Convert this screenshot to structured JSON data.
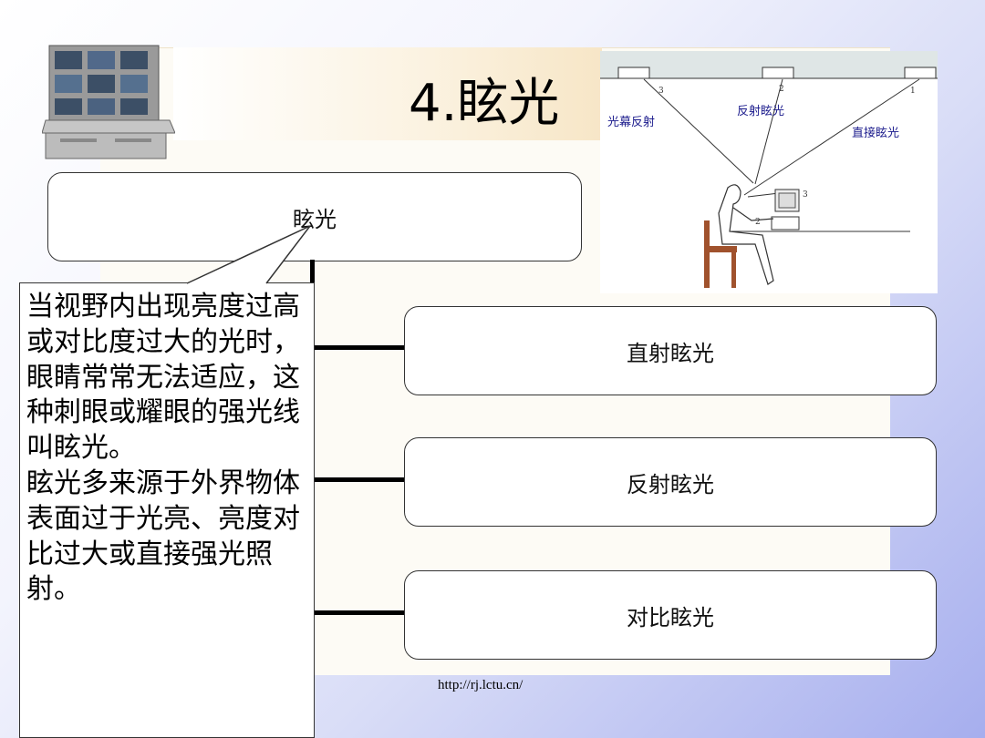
{
  "slide": {
    "title": "4.眩光",
    "main_box": "眩光",
    "callout": {
      "paragraph1": "当视野内出现亮度过高或对比度过大的光时，眼睛常常无法适应，这种刺眼或耀眼的强光线叫眩光。",
      "paragraph2": "眩光多来源于外界物体表面过于光亮、亮度对比过大或直接强光照射。"
    },
    "branches": [
      "直射眩光",
      "反射眩光",
      "对比眩光"
    ],
    "footer": "http://rj.lctu.cn/"
  },
  "diagram": {
    "labels": {
      "screen_reflection": "光幕反射",
      "reflected_glare": "反射眩光",
      "direct_glare": "直接眩光"
    },
    "numbers": [
      "3",
      "2",
      "1",
      "3",
      "2"
    ]
  },
  "colors": {
    "background_accent": "#a6aeee",
    "panel": "#fdfbf5",
    "title_band": "#f7e6c7",
    "label_blue": "#1a1a8c"
  }
}
